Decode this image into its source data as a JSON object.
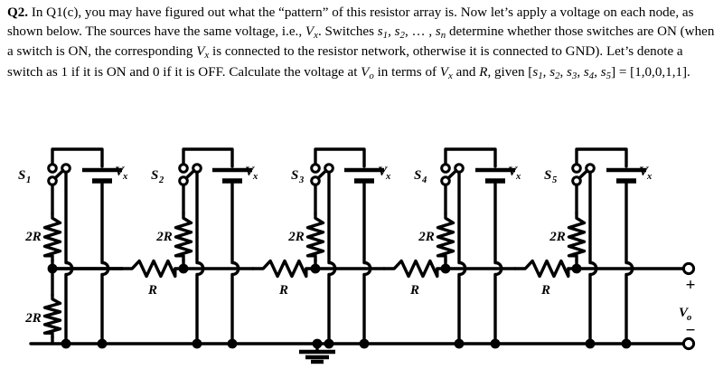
{
  "document": {
    "question_label": "Q2.",
    "paragraph_runs": [
      {
        "t": "Q2.",
        "s": "bold"
      },
      {
        "t": " In Q1(c), you may have figured out what the “pattern” of this resistor array is. Now let’s apply a voltage on each node, as shown below. The sources have the same voltage, i.e., ",
        "s": "plain"
      },
      {
        "t": "V",
        "s": "italic"
      },
      {
        "t": "x",
        "s": "sub"
      },
      {
        "t": ". Switches ",
        "s": "plain"
      },
      {
        "t": "s",
        "s": "italic"
      },
      {
        "t": "1",
        "s": "sub"
      },
      {
        "t": ", ",
        "s": "plain"
      },
      {
        "t": "s",
        "s": "italic"
      },
      {
        "t": "2",
        "s": "sub"
      },
      {
        "t": ", … , ",
        "s": "plain"
      },
      {
        "t": "s",
        "s": "italic"
      },
      {
        "t": "n",
        "s": "sub"
      },
      {
        "t": " determine whether those switches are ON (when a switch is ON, the corresponding ",
        "s": "plain"
      },
      {
        "t": "V",
        "s": "italic"
      },
      {
        "t": "x",
        "s": "sub"
      },
      {
        "t": " is connected to the resistor network, otherwise it is connected to GND). Let’s denote a switch as 1 if it is ON and 0 if it is OFF. Calculate the voltage at ",
        "s": "plain"
      },
      {
        "t": "V",
        "s": "italic"
      },
      {
        "t": "o",
        "s": "sub"
      },
      {
        "t": " in terms of ",
        "s": "plain"
      },
      {
        "t": "V",
        "s": "italic"
      },
      {
        "t": "x",
        "s": "sub"
      },
      {
        "t": " and ",
        "s": "plain"
      },
      {
        "t": "R",
        "s": "italic"
      },
      {
        "t": ", given [",
        "s": "plain"
      },
      {
        "t": "s",
        "s": "italic"
      },
      {
        "t": "1",
        "s": "sub"
      },
      {
        "t": ", ",
        "s": "plain"
      },
      {
        "t": "s",
        "s": "italic"
      },
      {
        "t": "2",
        "s": "sub"
      },
      {
        "t": ", ",
        "s": "plain"
      },
      {
        "t": "s",
        "s": "italic"
      },
      {
        "t": "3",
        "s": "sub"
      },
      {
        "t": ", ",
        "s": "plain"
      },
      {
        "t": "s",
        "s": "italic"
      },
      {
        "t": "4",
        "s": "sub"
      },
      {
        "t": ", ",
        "s": "plain"
      },
      {
        "t": "s",
        "s": "italic"
      },
      {
        "t": "5",
        "s": "sub"
      },
      {
        "t": "] = [1,0,0,1,1].",
        "s": "plain"
      }
    ],
    "switch_vector": "[1,0,0,1,1]",
    "referenced_question": "Q1(c)"
  },
  "figure": {
    "title": "R-2R ladder resistor array with switched Vx sources",
    "stroke_color": "#000000",
    "background_color": "#ffffff",
    "sections": [
      {
        "id": 1,
        "switch_label": "S",
        "switch_sub": "1",
        "source_label": "V",
        "source_sub": "x",
        "shunt_label": "2R",
        "series_label": "R",
        "has_series_resistor": true,
        "has_termination_resistor": true,
        "termination_label": "2R"
      },
      {
        "id": 2,
        "switch_label": "S",
        "switch_sub": "2",
        "source_label": "V",
        "source_sub": "x",
        "shunt_label": "2R",
        "series_label": "R",
        "has_series_resistor": true,
        "has_termination_resistor": false,
        "termination_label": ""
      },
      {
        "id": 3,
        "switch_label": "S",
        "switch_sub": "3",
        "source_label": "V",
        "source_sub": "x",
        "shunt_label": "2R",
        "series_label": "R",
        "has_series_resistor": true,
        "has_termination_resistor": false,
        "termination_label": ""
      },
      {
        "id": 4,
        "switch_label": "S",
        "switch_sub": "4",
        "source_label": "V",
        "source_sub": "x",
        "shunt_label": "2R",
        "series_label": "R",
        "has_series_resistor": true,
        "has_termination_resistor": false,
        "termination_label": ""
      },
      {
        "id": 5,
        "switch_label": "S",
        "switch_sub": "5",
        "source_label": "V",
        "source_sub": "x",
        "shunt_label": "2R",
        "series_label": "",
        "has_series_resistor": false,
        "has_termination_resistor": false,
        "termination_label": ""
      }
    ],
    "output": {
      "label": "V",
      "sub": "o",
      "plus": "+",
      "minus": "−"
    },
    "ground_symbol": "earth-ground",
    "num_series_resistors": 4,
    "num_switches": 5
  }
}
